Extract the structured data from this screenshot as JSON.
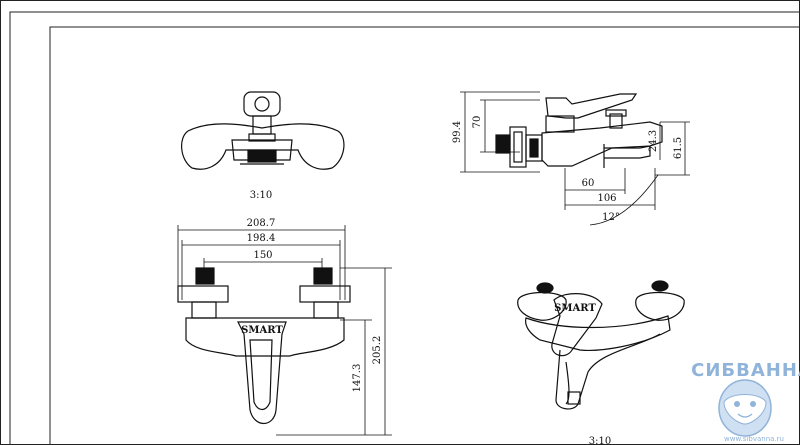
{
  "scales": {
    "top_left": "3:10",
    "bottom_right": "3:10"
  },
  "dimensions": {
    "side_height_total": "99.4",
    "side_height_body": "70",
    "side_spout_drop": "24.3",
    "side_right_height": "61.5",
    "side_spout_offset": "60",
    "side_depth": "106",
    "side_angle": "12°",
    "front_width_total": "208.7",
    "front_width_nuts": "198.4",
    "front_centers": "150",
    "front_height_total": "205.2",
    "front_height_body": "147.3"
  },
  "brand_mark": "SMART",
  "watermark": {
    "name": "СИБВАННА",
    "url": "www.sibvanna.ru"
  }
}
